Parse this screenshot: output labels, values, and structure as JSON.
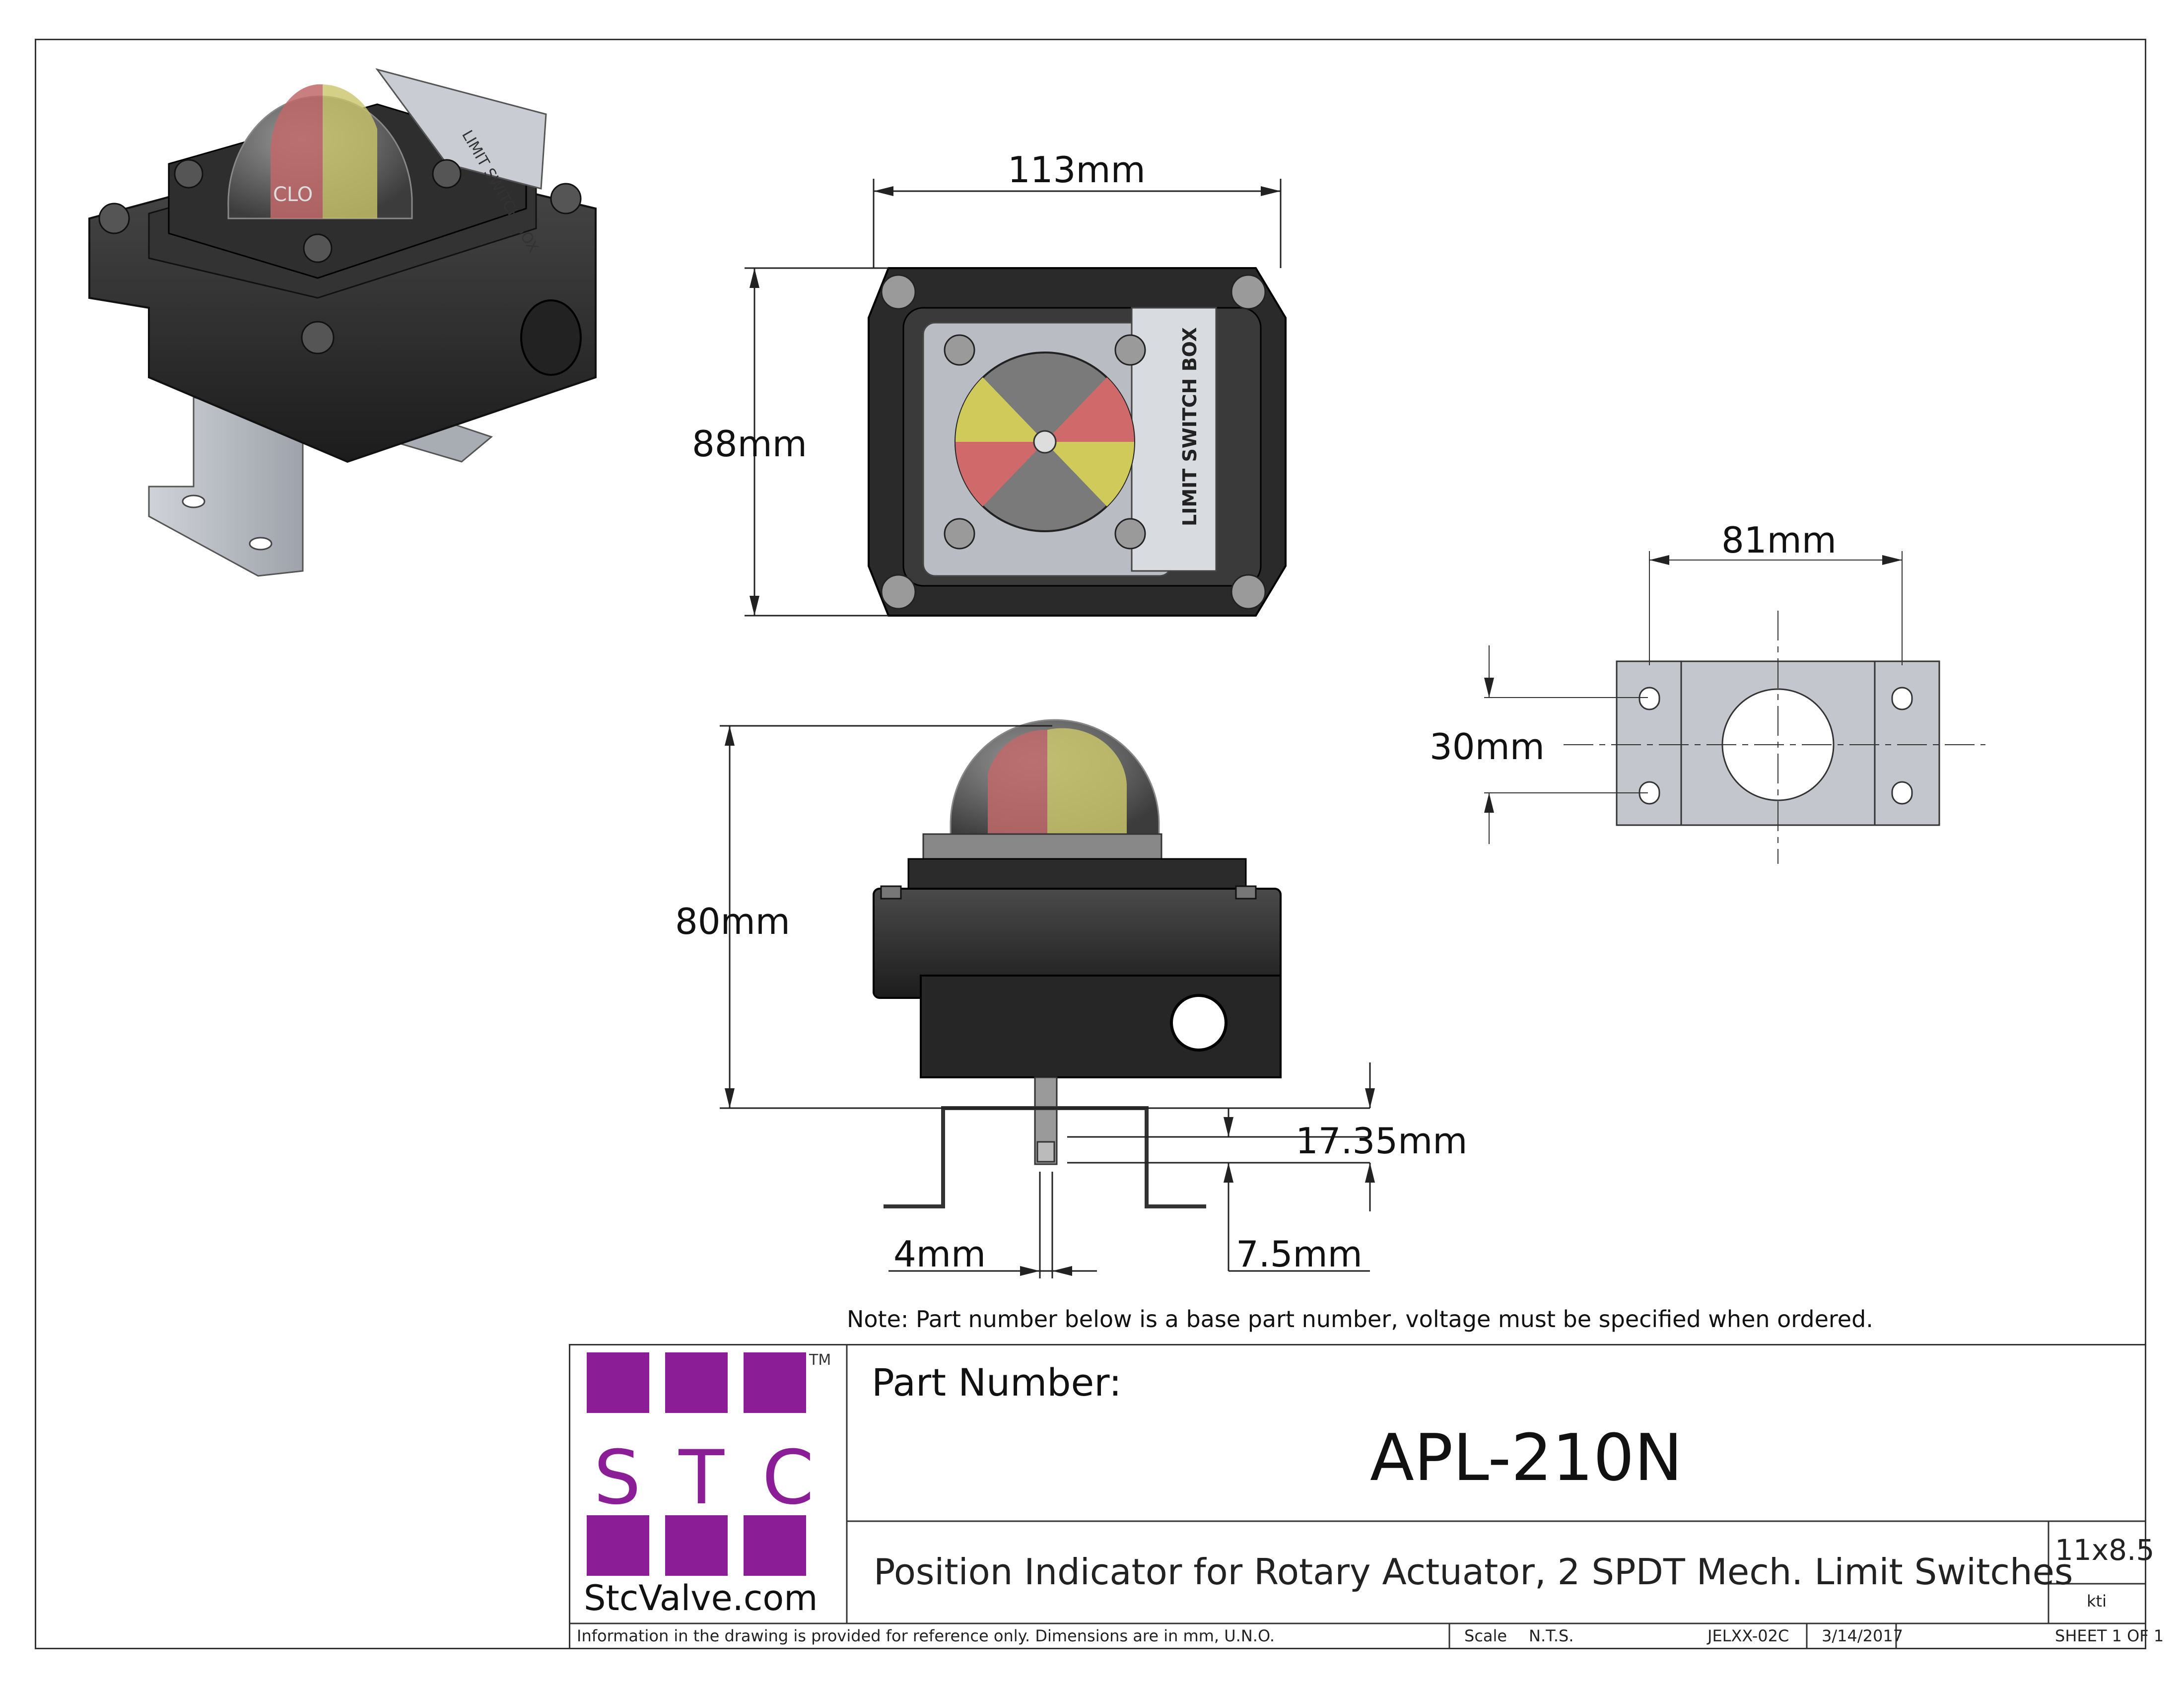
{
  "dimensions": {
    "top_width": "113mm",
    "top_height": "88mm",
    "bracket_width": "81mm",
    "bracket_slot": "30mm",
    "side_height": "80mm",
    "shaft_length": "17.35mm",
    "shaft_dia": "4mm",
    "shaft_flat": "7.5mm"
  },
  "device_labels": {
    "box_text": "LIMIT SWITCH BOX",
    "dome_word": "CLO"
  },
  "note": "Note: Part number below is a base part number, voltage must be specified when ordered.",
  "logo": {
    "letters": [
      "S",
      "T",
      "C"
    ],
    "trademark": "TM",
    "website": "StcValve.com",
    "color": "#8b1e96"
  },
  "title_block": {
    "part_number_label": "Part Number:",
    "part_number": "APL-210N",
    "description": "Position Indicator for Rotary Actuator, 2 SPDT Mech. Limit Switches",
    "sheet_size": "11x8.5",
    "drawn_by": "kti",
    "disclaimer": "Information in the drawing is provided for reference only. Dimensions are in mm, U.N.O.",
    "scale_label": "Scale",
    "scale_value": "N.T.S.",
    "drawing_no": "JELXX-02C",
    "date": "3/14/2017",
    "sheet": "SHEET 1 OF 1"
  }
}
